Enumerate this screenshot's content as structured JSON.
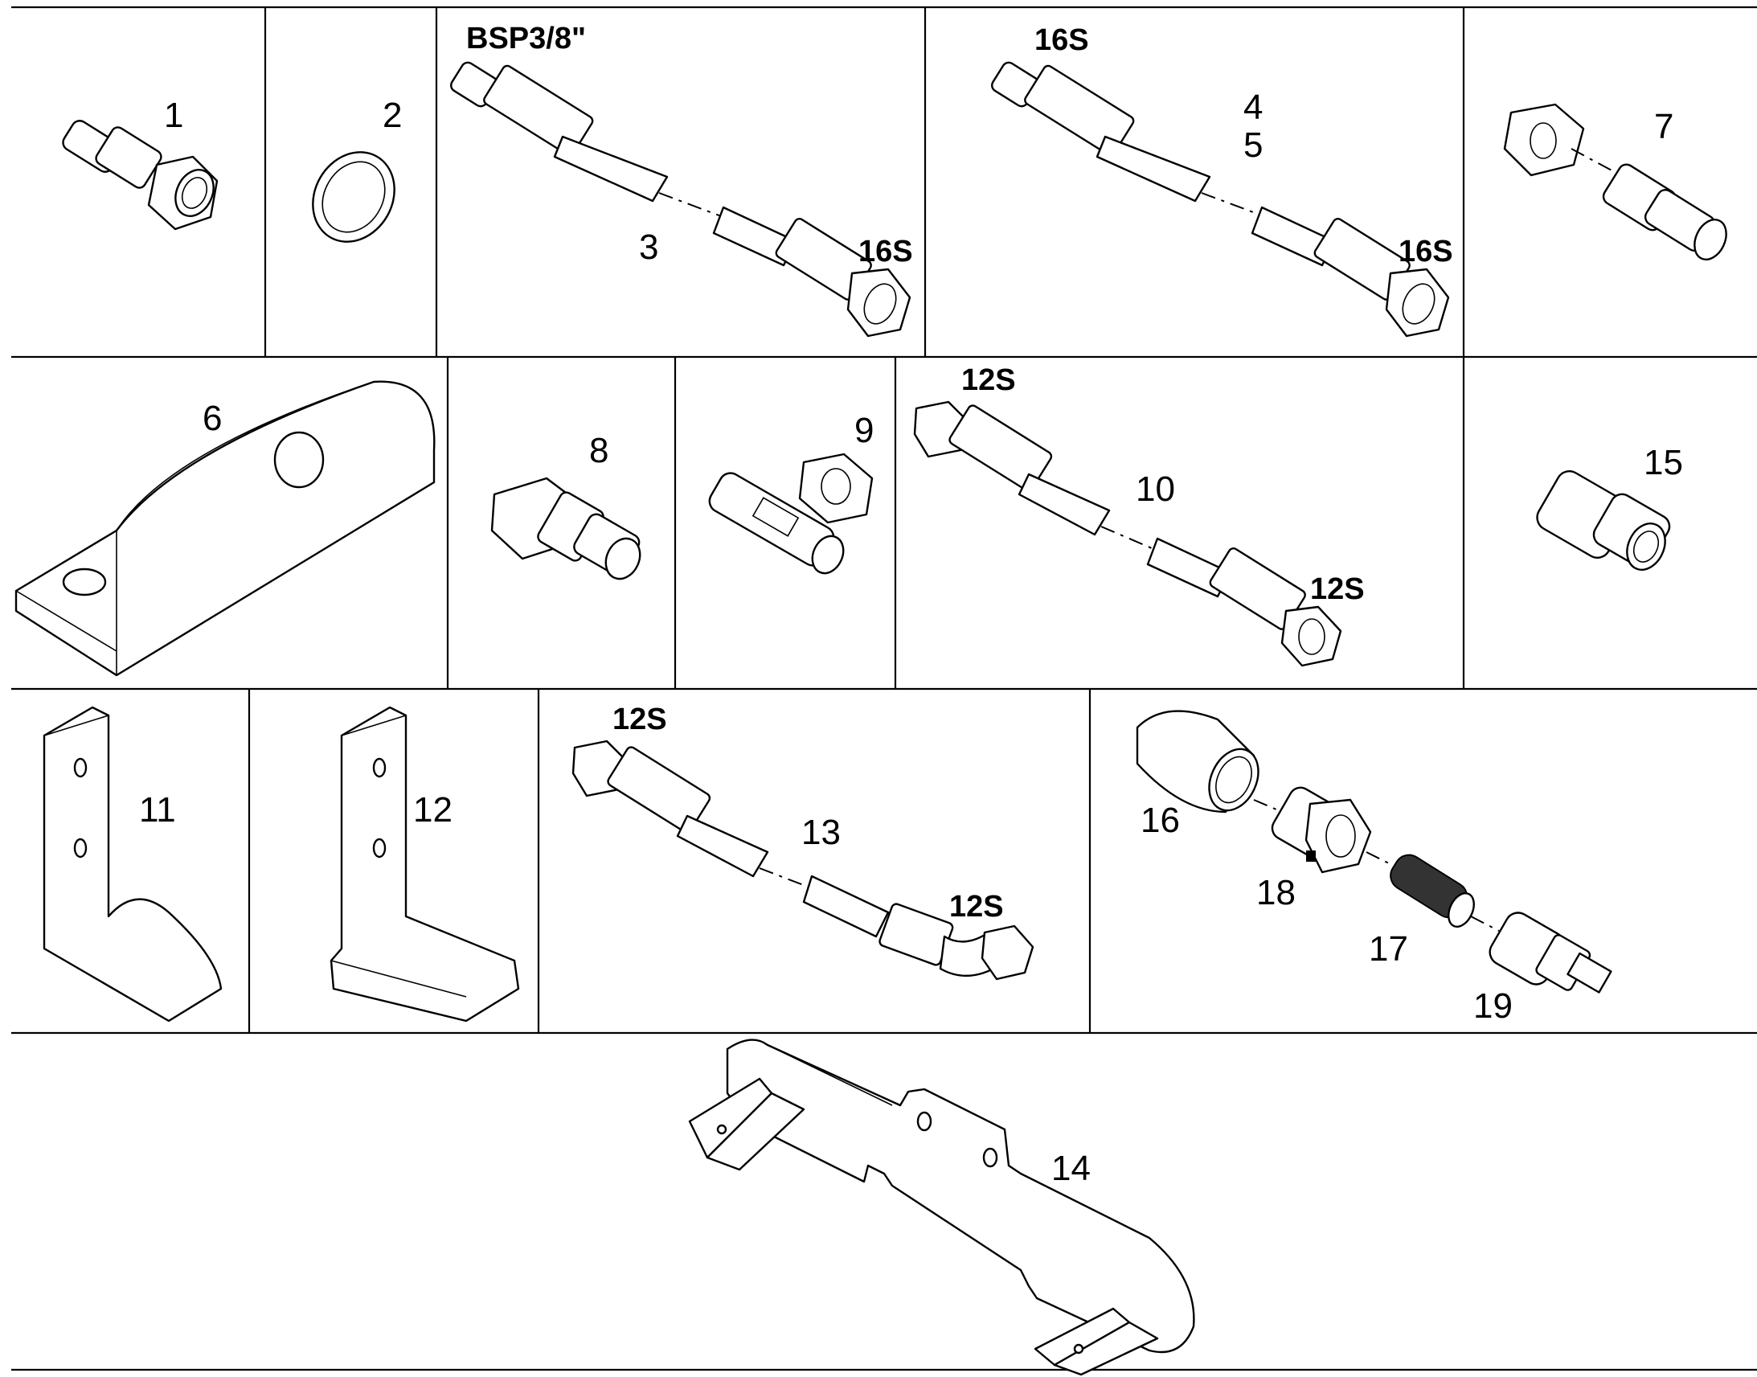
{
  "title": "",
  "callouts": {
    "p1": "1",
    "p2": "2",
    "p3": "3",
    "p4": "4",
    "p5": "5",
    "p6": "6",
    "p7": "7",
    "p8": "8",
    "p9": "9",
    "p10": "10",
    "p11": "11",
    "p12": "12",
    "p13": "13",
    "p14": "14",
    "p15": "15",
    "p16": "16",
    "p17": "17",
    "p18": "18",
    "p19": "19"
  },
  "fitting_labels": {
    "hose3_top": "BSP3/8\"",
    "hose3_end": "16S",
    "hose45_top": "16S",
    "hose45_end": "16S",
    "hose10_top": "12S",
    "hose10_end": "12S",
    "hose13_top": "12S",
    "hose13_end": "12S"
  },
  "colors": {
    "line": "#000000",
    "background": "#ffffff"
  }
}
